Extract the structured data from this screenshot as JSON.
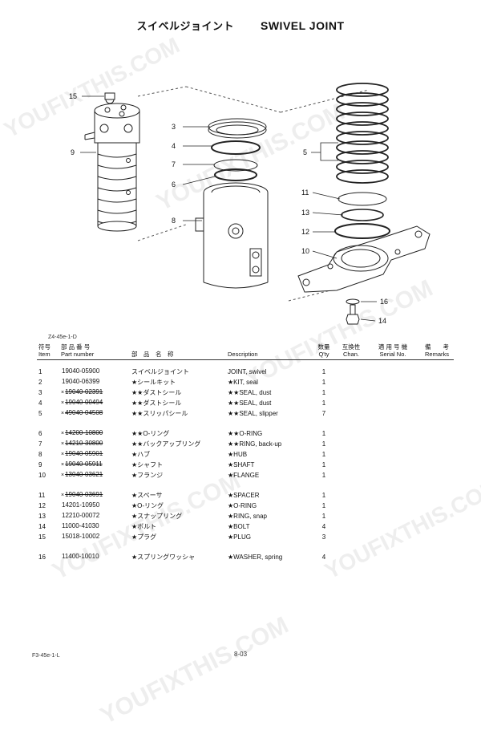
{
  "title": {
    "ja": "スイベルジョイント",
    "en": "SWIVEL JOINT"
  },
  "watermark": "YOUFIXTHIS.COM",
  "diagram": {
    "callouts": [
      "15",
      "9",
      "3",
      "4",
      "7",
      "6",
      "8",
      "5",
      "11",
      "13",
      "12",
      "10",
      "16",
      "14"
    ]
  },
  "ref_top": "Z4-45e-1-D",
  "ref_bottom": "F3-45e-1-L",
  "page_number": "8-03",
  "table": {
    "headers": {
      "item_ja": "符号",
      "item_en": "Item",
      "part_ja": "部 品 番 号",
      "part_en": "Part number",
      "name_ja": "部　品　名　称",
      "desc": "Description",
      "qty_ja": "数量",
      "qty_en": "Q'ty",
      "chan_ja": "互換性",
      "chan_en": "Chan.",
      "serial_ja": "適 用 号 機",
      "serial_en": "Serial No.",
      "rem_ja": "備　　考",
      "rem_en": "Remarks"
    },
    "rows": [
      {
        "item": "1",
        "x": "",
        "part": "19040-05900",
        "strike": false,
        "name": "スイベルジョイント",
        "desc": "JOINT, swivel",
        "qty": "1"
      },
      {
        "item": "2",
        "x": "",
        "part": "19040-06399",
        "strike": false,
        "name": "★シールキット",
        "desc": "★KIT, seal",
        "qty": "1"
      },
      {
        "item": "3",
        "x": "×",
        "part": "19040-02391",
        "strike": true,
        "name": "★★ダストシール",
        "desc": "★★SEAL, dust",
        "qty": "1"
      },
      {
        "item": "4",
        "x": "×",
        "part": "19040-00494",
        "strike": true,
        "name": "★★ダストシール",
        "desc": "★★SEAL, dust",
        "qty": "1"
      },
      {
        "item": "5",
        "x": "×",
        "part": "49040-04508",
        "strike": true,
        "name": "★★スリッパシール",
        "desc": "★★SEAL, slipper",
        "qty": "7"
      },
      {
        "item": "6",
        "x": "×",
        "part": "14200-10800",
        "strike": true,
        "name": "★★O-リング",
        "desc": "★★O-RING",
        "qty": "1"
      },
      {
        "item": "7",
        "x": "×",
        "part": "14210-30800",
        "strike": true,
        "name": "★★バックアップリング",
        "desc": "★★RING, back-up",
        "qty": "1"
      },
      {
        "item": "8",
        "x": "×",
        "part": "19040-05901",
        "strike": true,
        "name": "★ハブ",
        "desc": "★HUB",
        "qty": "1"
      },
      {
        "item": "9",
        "x": "×",
        "part": "19040-05911",
        "strike": true,
        "name": "★シャフト",
        "desc": "★SHAFT",
        "qty": "1"
      },
      {
        "item": "10",
        "x": "×",
        "part": "13040-03621",
        "strike": true,
        "name": "★フランジ",
        "desc": "★FLANGE",
        "qty": "1"
      },
      {
        "item": "11",
        "x": "×",
        "part": "19040-03691",
        "strike": true,
        "name": "★スペーサ",
        "desc": "★SPACER",
        "qty": "1"
      },
      {
        "item": "12",
        "x": "",
        "part": "14201-10950",
        "strike": false,
        "name": "★O-リング",
        "desc": "★O-RING",
        "qty": "1"
      },
      {
        "item": "13",
        "x": "",
        "part": "12210-00072",
        "strike": false,
        "name": "★スナップリング",
        "desc": "★RING, snap",
        "qty": "1"
      },
      {
        "item": "14",
        "x": "",
        "part": "11000-41030",
        "strike": false,
        "name": "★ボルト",
        "desc": "★BOLT",
        "qty": "4"
      },
      {
        "item": "15",
        "x": "",
        "part": "15018-10002",
        "strike": false,
        "name": "★プラグ",
        "desc": "★PLUG",
        "qty": "3"
      },
      {
        "item": "16",
        "x": "",
        "part": "11400-10010",
        "strike": false,
        "name": "★スプリングワッシャ",
        "desc": "★WASHER, spring",
        "qty": "4"
      }
    ]
  }
}
